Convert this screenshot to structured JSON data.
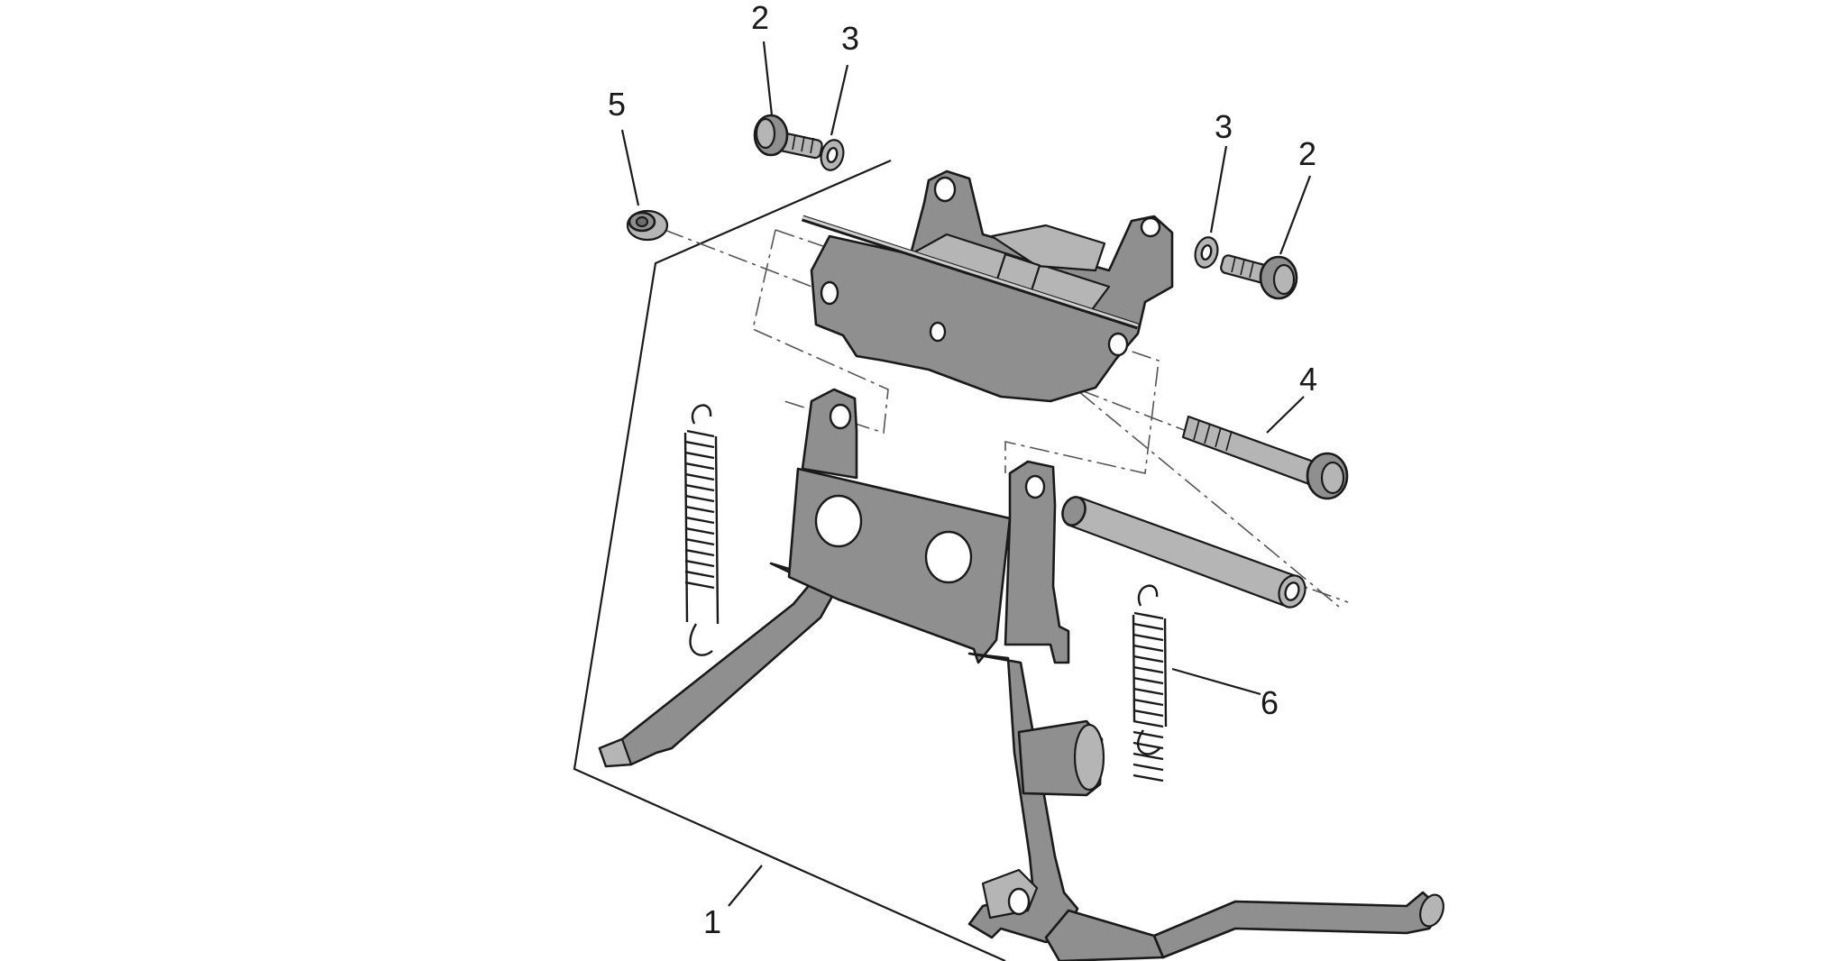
{
  "diagram": {
    "callouts": [
      {
        "id": "c1",
        "label": "1"
      },
      {
        "id": "c2a",
        "label": "2"
      },
      {
        "id": "c3a",
        "label": "3"
      },
      {
        "id": "c5",
        "label": "5"
      },
      {
        "id": "c3b",
        "label": "3"
      },
      {
        "id": "c2b",
        "label": "2"
      },
      {
        "id": "c4",
        "label": "4"
      },
      {
        "id": "c6",
        "label": "6"
      }
    ],
    "colors": {
      "part_fill": "#8f8f8f",
      "outline": "#1a1a1a",
      "background": "#ffffff"
    }
  }
}
